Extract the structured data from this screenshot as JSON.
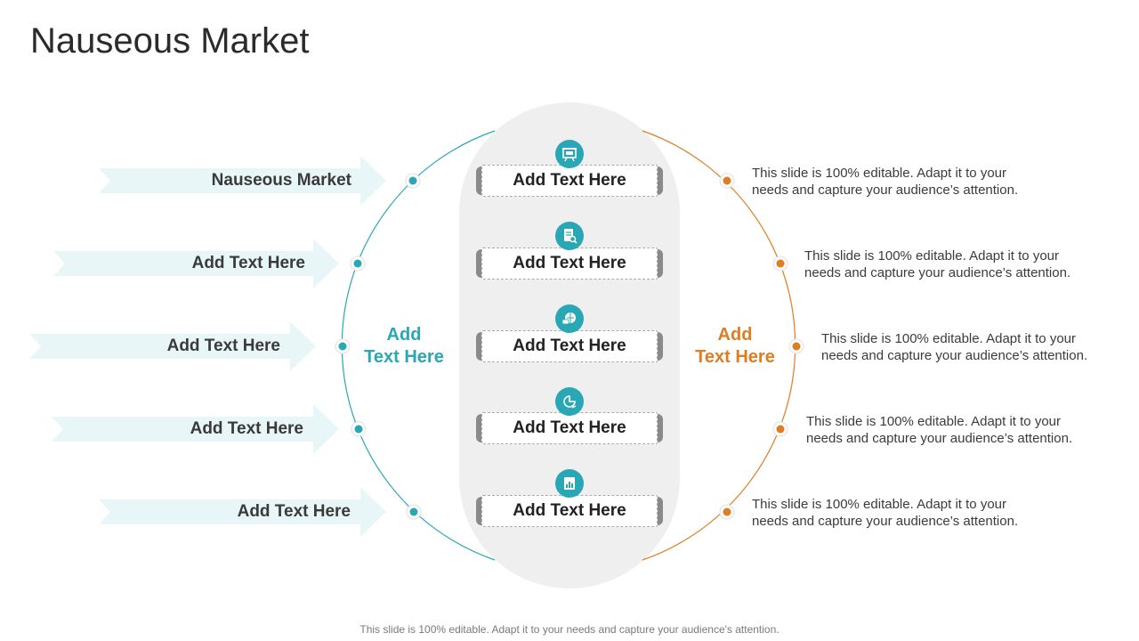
{
  "title": "Nauseous Market",
  "left_heading": "Add\nText Here",
  "right_heading": "Add\nText Here",
  "left_labels": [
    "Nauseous Market",
    "Add Text Here",
    "Add Text Here",
    "Add Text Here",
    "Add Text Here"
  ],
  "center_boxes": [
    "Add Text Here",
    "Add Text Here",
    "Add Text Here",
    "Add Text Here",
    "Add Text Here"
  ],
  "right_descriptions": [
    "This slide is 100% editable. Adapt it to your needs and capture your audience’s attention.",
    "This slide is 100% editable. Adapt it to your needs and capture your audience’s attention.",
    "This slide is 100% editable. Adapt it to your needs and capture your audience’s attention.",
    "This slide is 100% editable. Adapt it to your needs and capture your audience’s attention.",
    "This slide is 100% editable. Adapt it to your needs and capture your audience’s attention."
  ],
  "icons": [
    "presentation-board-icon",
    "document-search-icon",
    "globe-chat-icon",
    "pie-chart-icon",
    "bar-chart-icon"
  ],
  "footer": "This slide is 100% editable. Adapt it to your needs and capture your audience's attention.",
  "colors": {
    "teal": "#2aa7b5",
    "orange": "#e07c22",
    "arrow_fill": "#e8f6f7",
    "capsule": "#efefef"
  }
}
